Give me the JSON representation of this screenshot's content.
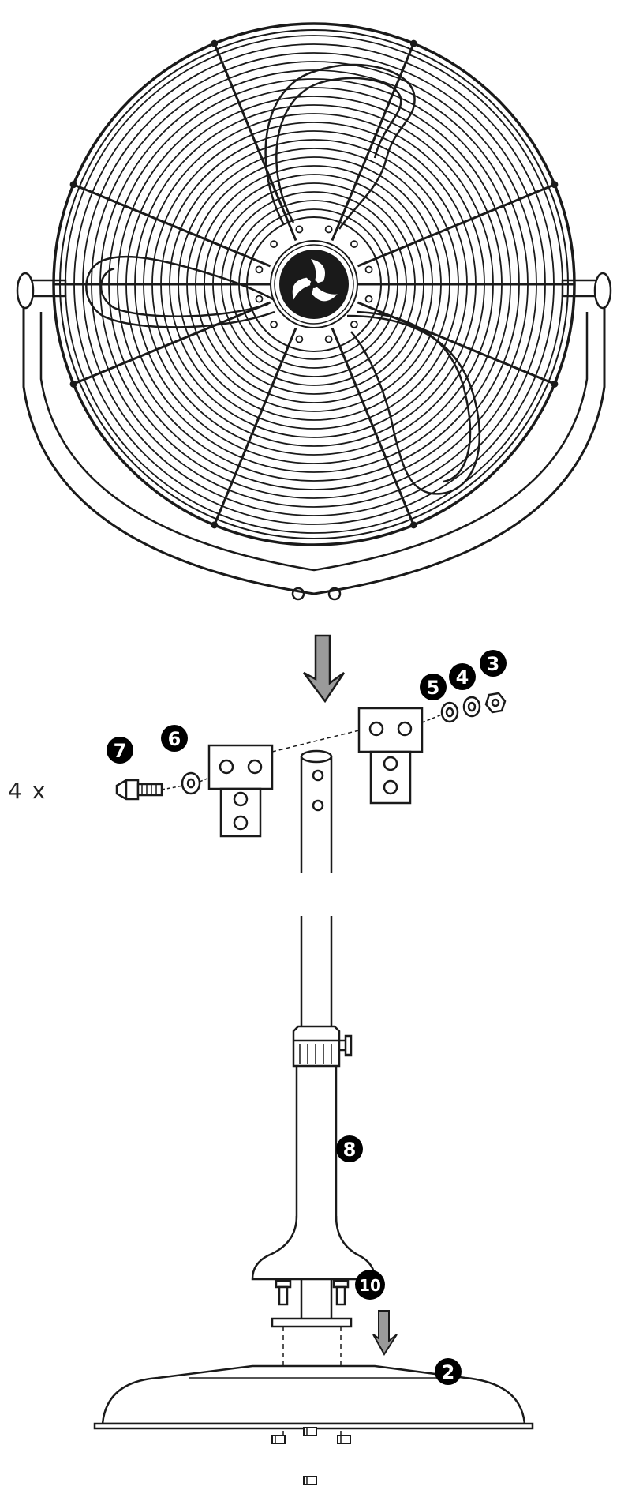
{
  "quantity_label": "4 x",
  "callouts": {
    "c2": "2",
    "c3": "3",
    "c4": "4",
    "c5": "5",
    "c6": "6",
    "c7": "7",
    "c8": "8",
    "c10": "10"
  },
  "colors": {
    "line": "#1a1a1a",
    "arrow_fill": "#9a9a9a",
    "background": "#ffffff",
    "badge": "#000000"
  }
}
